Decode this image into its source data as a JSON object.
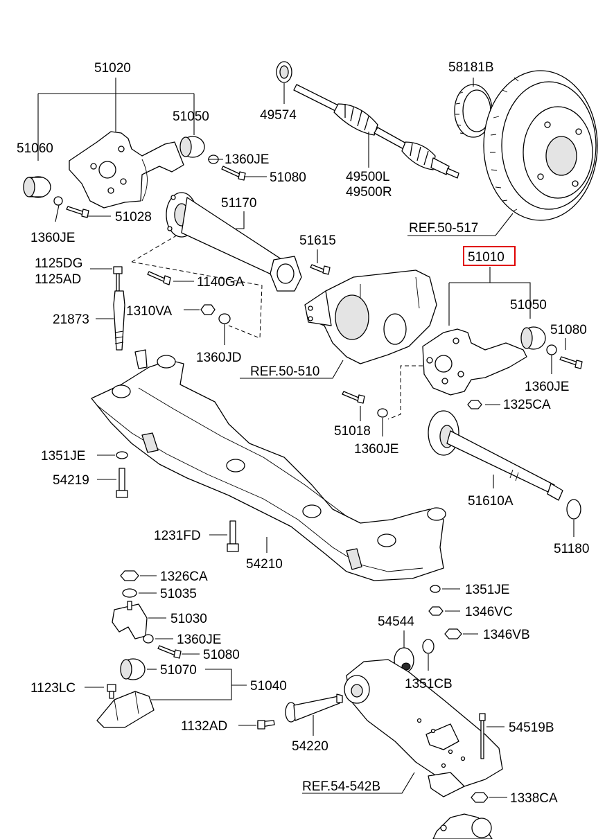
{
  "highlight_color": "#e00000",
  "labels": {
    "l_51020": "51020",
    "l_51050a": "51050",
    "l_51060": "51060",
    "l_1360je_a": "1360JE",
    "l_51080_a": "51080",
    "l_51028": "51028",
    "l_1360je_b": "1360JE",
    "l_49574": "49574",
    "l_49500l": "49500L",
    "l_49500r": "49500R",
    "l_58181b": "58181B",
    "l_ref50517": "REF.50-517",
    "l_51170": "51170",
    "l_51615": "51615",
    "l_51010": "51010",
    "l_1125dg": "1125DG",
    "l_1125ad": "1125AD",
    "l_1140ga": "1140GA",
    "l_21873": "21873",
    "l_1310va": "1310VA",
    "l_51050b": "51050",
    "l_51080_b": "51080",
    "l_1360jd": "1360JD",
    "l_ref50510": "REF.50-510",
    "l_1360je_c": "1360JE",
    "l_1325ca": "1325CA",
    "l_51018": "51018",
    "l_1360je_d": "1360JE",
    "l_1351je_a": "1351JE",
    "l_54219": "54219",
    "l_51610a": "51610A",
    "l_1231fd": "1231FD",
    "l_54210": "54210",
    "l_51180": "51180",
    "l_1326ca": "1326CA",
    "l_51035": "51035",
    "l_1351je_b": "1351JE",
    "l_51030": "51030",
    "l_1346vc": "1346VC",
    "l_54544": "54544",
    "l_1360je_e": "1360JE",
    "l_1346vb": "1346VB",
    "l_51080_c": "51080",
    "l_51070": "51070",
    "l_1351cb": "1351CB",
    "l_1123lc": "1123LC",
    "l_51040": "51040",
    "l_1132ad": "1132AD",
    "l_54519b": "54519B",
    "l_54220": "54220",
    "l_ref54542b": "REF.54-542B",
    "l_1338ca": "1338CA"
  }
}
